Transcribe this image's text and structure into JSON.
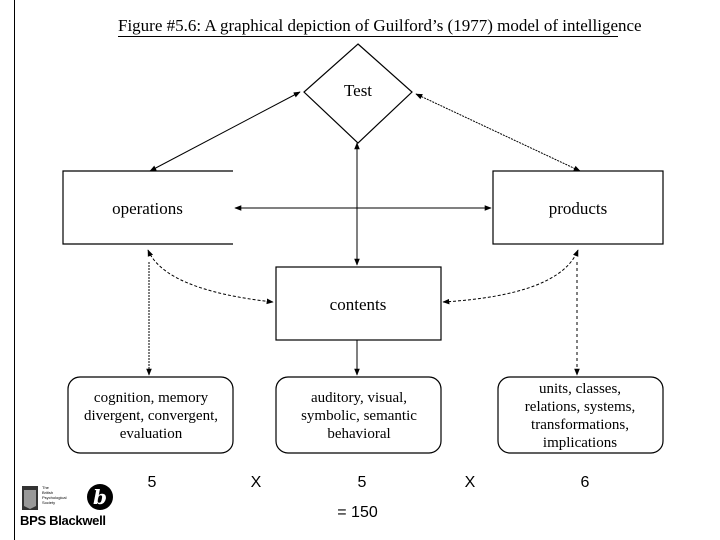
{
  "figure": {
    "title": "Figure #5.6: A graphical depiction of Guilford’s (1977) model of intelligence"
  },
  "nodes": {
    "test": "Test",
    "operations": "operations",
    "products": "products",
    "contents": "contents"
  },
  "details": {
    "operations": [
      "cognition, memory",
      "divergent, convergent,",
      "evaluation"
    ],
    "contents": [
      "auditory, visual,",
      "symbolic, semantic",
      "behavioral"
    ],
    "products": [
      "units, classes,",
      "relations, systems,",
      "transformations,",
      "implications"
    ]
  },
  "formula": {
    "operations_count": "5",
    "times_1": "X",
    "contents_count": "5",
    "times_2": "X",
    "products_count": "6",
    "result": "= 150"
  },
  "logo": {
    "society": [
      "The",
      "British",
      "Psychological",
      "Society"
    ],
    "publisher": "BPS Blackwell"
  }
}
